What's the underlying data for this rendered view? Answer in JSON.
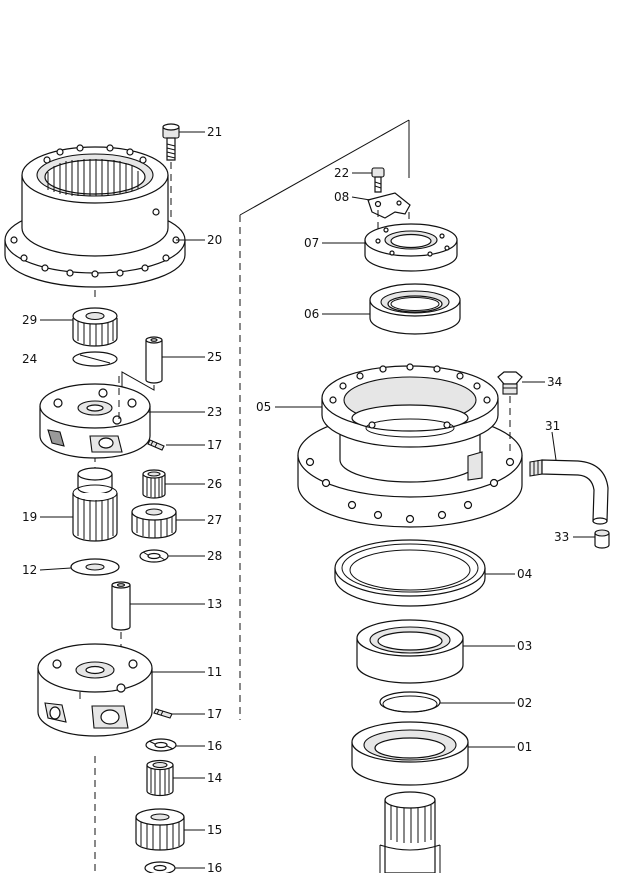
{
  "callouts": {
    "c21": "21",
    "c20": "20",
    "c29": "29",
    "c24": "24",
    "c25": "25",
    "c23": "23",
    "c17a": "17",
    "c26": "26",
    "c19": "19",
    "c27": "27",
    "c28": "28",
    "c12": "12",
    "c13": "13",
    "c11": "11",
    "c17b": "17",
    "c16a": "16",
    "c14": "14",
    "c15": "15",
    "c16b": "16",
    "c22": "22",
    "c08": "08",
    "c07": "07",
    "c06": "06",
    "c05": "05",
    "c34": "34",
    "c31": "31",
    "c33": "33",
    "c04": "04",
    "c03": "03",
    "c02": "02",
    "c01": "01"
  },
  "parts": [
    {
      "ref": "21",
      "icon": "bolt-icon"
    },
    {
      "ref": "20",
      "icon": "ring-gear-housing-icon"
    },
    {
      "ref": "29",
      "icon": "sun-gear-icon"
    },
    {
      "ref": "24",
      "icon": "thrust-plate-icon"
    },
    {
      "ref": "25",
      "icon": "pin-icon"
    },
    {
      "ref": "23",
      "icon": "planet-carrier-icon"
    },
    {
      "ref": "17",
      "icon": "spring-pin-icon"
    },
    {
      "ref": "26",
      "icon": "needle-bearing-icon"
    },
    {
      "ref": "19",
      "icon": "sun-gear-icon"
    },
    {
      "ref": "27",
      "icon": "planet-gear-icon"
    },
    {
      "ref": "28",
      "icon": "thrust-washer-icon"
    },
    {
      "ref": "12",
      "icon": "thrust-plate-icon"
    },
    {
      "ref": "13",
      "icon": "pin-icon"
    },
    {
      "ref": "11",
      "icon": "planet-carrier-icon"
    },
    {
      "ref": "16",
      "icon": "thrust-washer-icon"
    },
    {
      "ref": "14",
      "icon": "needle-bearing-icon"
    },
    {
      "ref": "15",
      "icon": "planet-gear-icon"
    },
    {
      "ref": "22",
      "icon": "bolt-icon"
    },
    {
      "ref": "08",
      "icon": "lock-plate-icon"
    },
    {
      "ref": "07",
      "icon": "nut-ring-icon"
    },
    {
      "ref": "06",
      "icon": "bearing-icon"
    },
    {
      "ref": "05",
      "icon": "housing-icon"
    },
    {
      "ref": "34",
      "icon": "plug-icon"
    },
    {
      "ref": "31",
      "icon": "pipe-icon"
    },
    {
      "ref": "33",
      "icon": "cap-icon"
    },
    {
      "ref": "04",
      "icon": "oil-seal-icon"
    },
    {
      "ref": "03",
      "icon": "bearing-icon"
    },
    {
      "ref": "02",
      "icon": "spacer-ring-icon"
    },
    {
      "ref": "01",
      "icon": "seal-cover-icon"
    }
  ]
}
